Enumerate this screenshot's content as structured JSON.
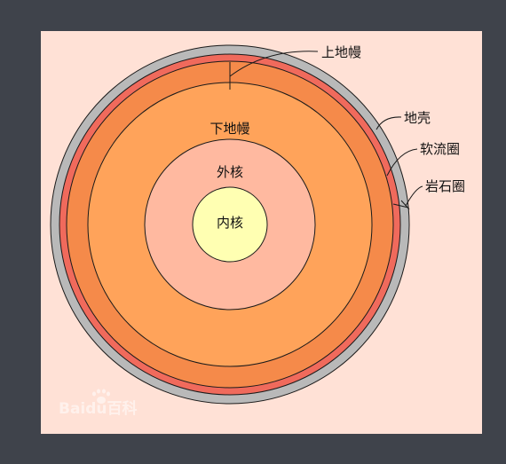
{
  "labels": {
    "upper_mantle": "上地幔",
    "crust": "地壳",
    "asthenosphere": "软流圈",
    "lithosphere": "岩石圈",
    "lower_mantle": "下地幔",
    "outer_core": "外核",
    "inner_core": "内核"
  },
  "watermark": "Baidu百科",
  "colors": {
    "frame_background": "#3f434b",
    "panel_background": "#ffe1d6",
    "crust": "#b9b9b9",
    "lithosphere_ring": "#f06a5c",
    "upper_mantle": "#f58a4a",
    "lower_mantle": "#ffa35a",
    "outer_core": "#ffb9a0",
    "inner_core": "#ffffb2",
    "outline": "#1a1a1a"
  }
}
